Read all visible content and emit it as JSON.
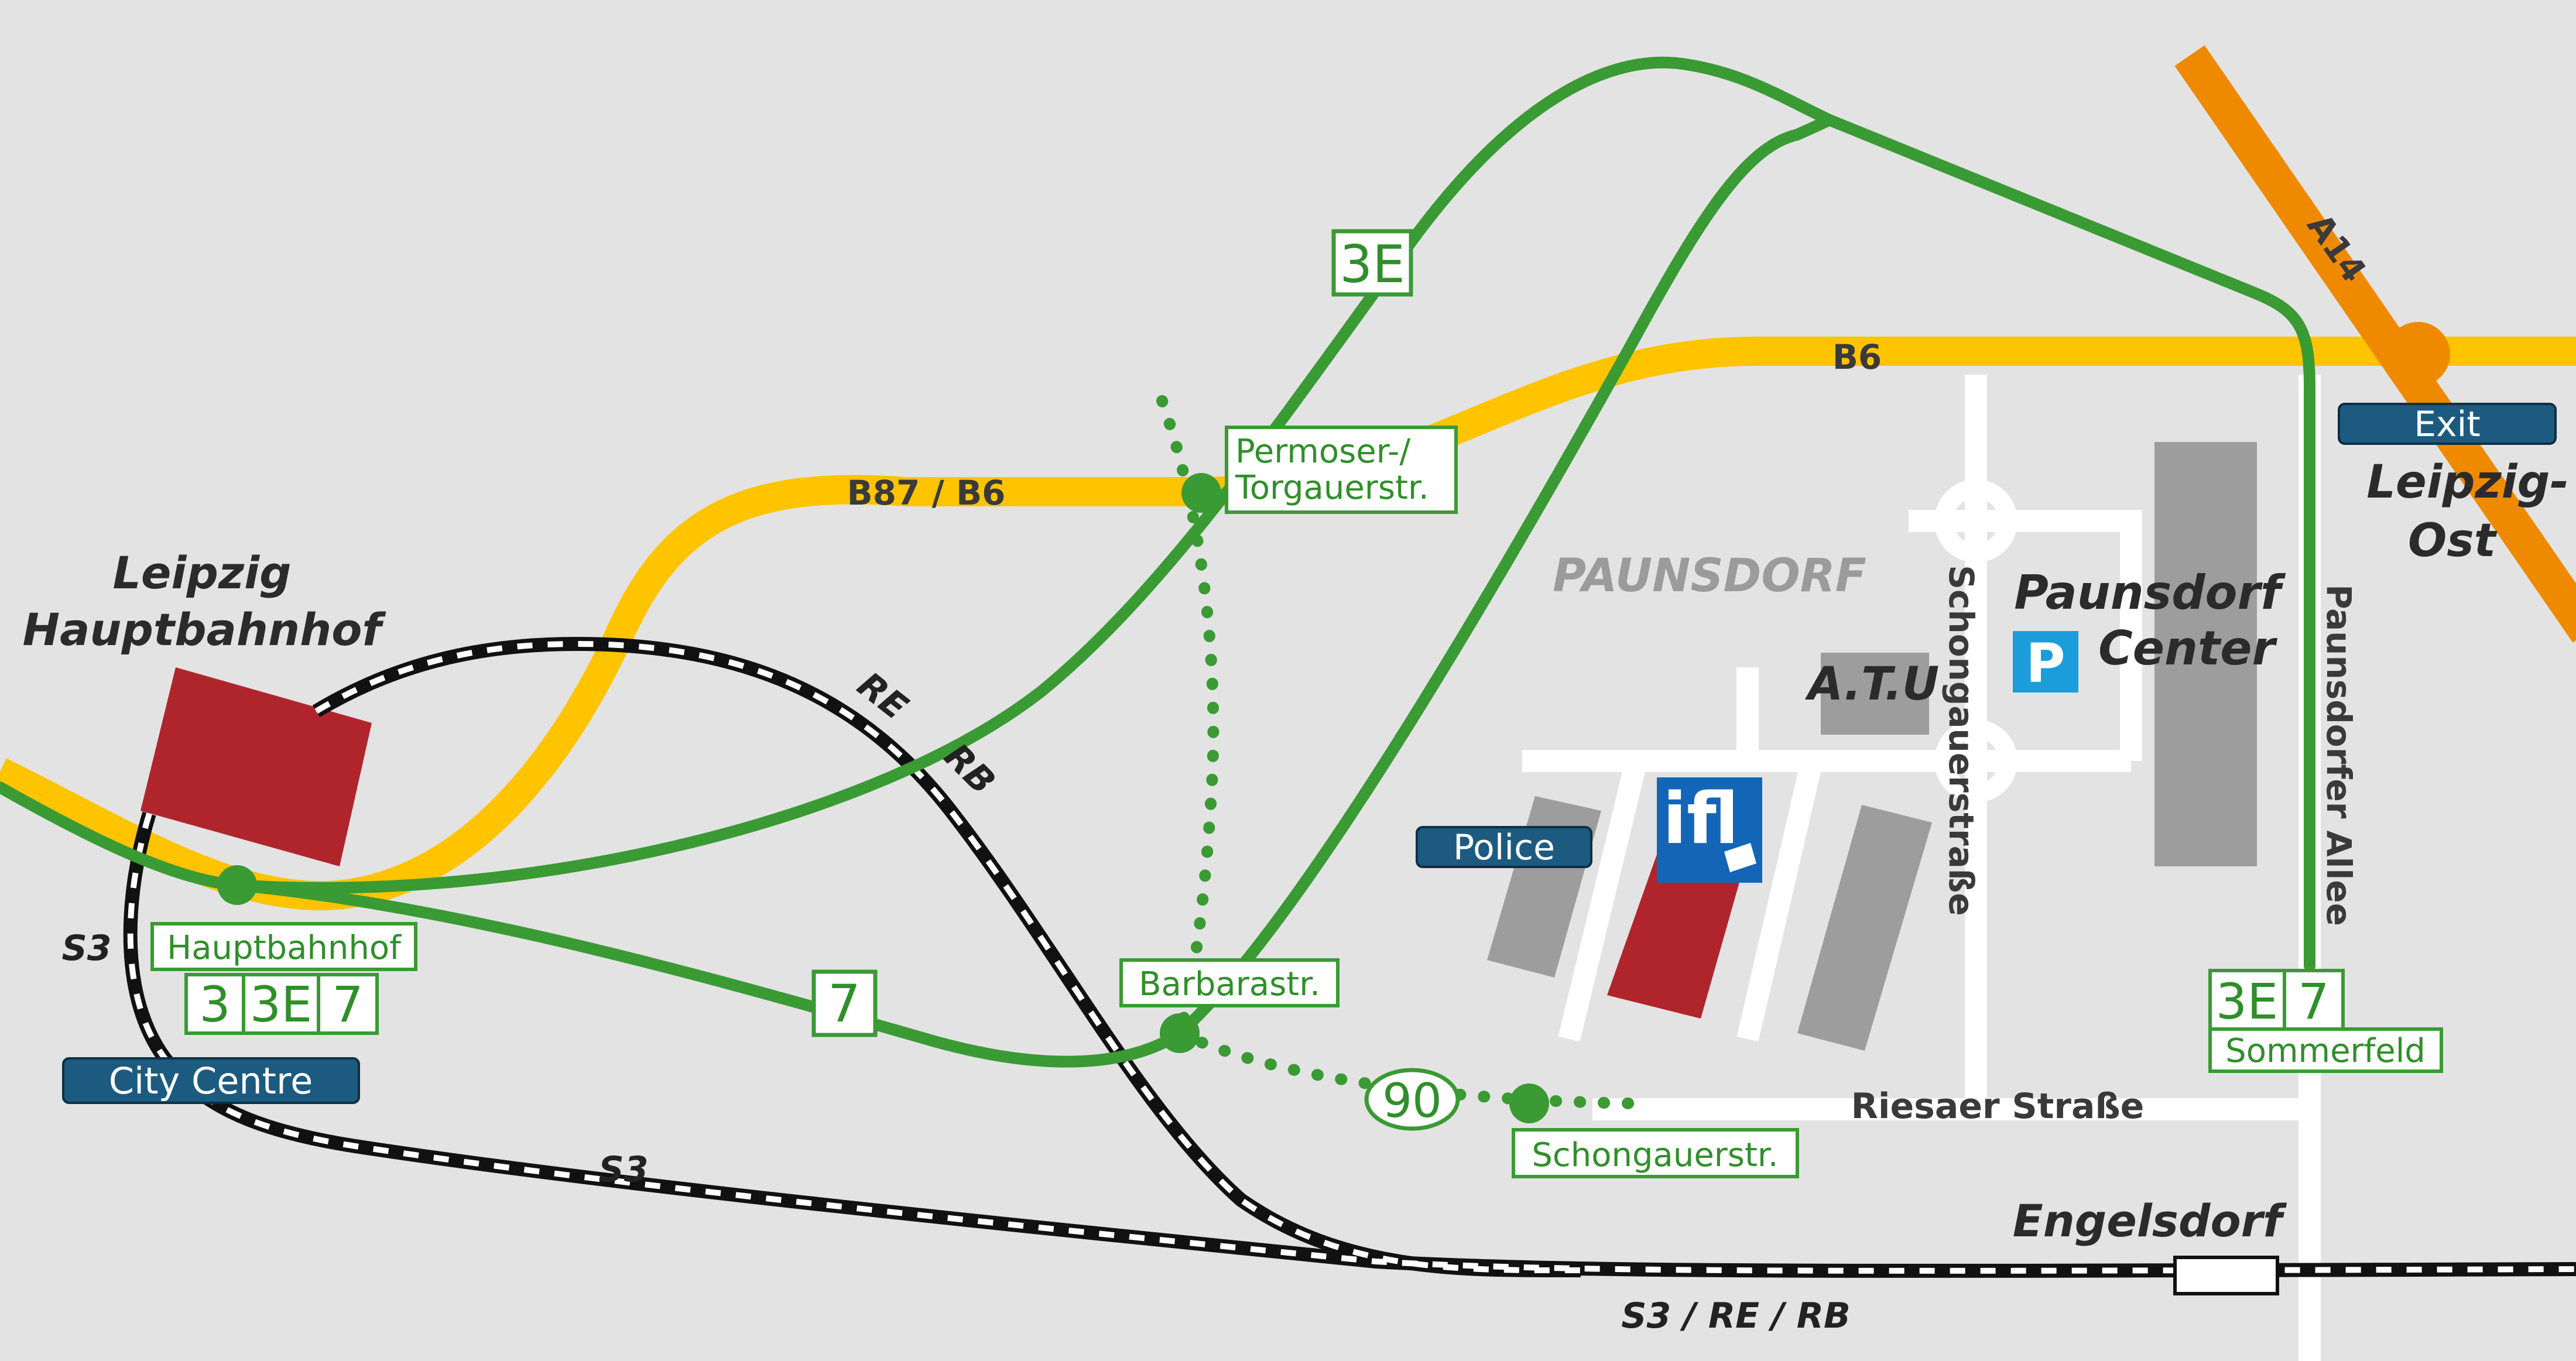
{
  "map": {
    "colors": {
      "background": "#e3e3e3",
      "tram": "#3a9a34",
      "main_road": "#ffc400",
      "motorway": "#ef8a00",
      "station_building": "#b0252c",
      "buildings": "#9d9d9d",
      "streets": "#ffffff",
      "info_badge": "#1c5a80",
      "parking": "#1b9ddb",
      "ifl_logo": "#1366b7"
    },
    "stations": {
      "hbf_title_1": "Leipzig",
      "hbf_title_2": "Hauptbahnhof",
      "engelsdorf": "Engelsdorf",
      "leipzig_ost_1": "Leipzig-",
      "leipzig_ost_2": "Ost"
    },
    "districts": {
      "paunsdorf": "PAUNSDORF",
      "center_1": "Paunsdorf",
      "center_2": "Center",
      "atu": "A.T.U"
    },
    "roads": {
      "a14": "A14",
      "b6": "B6",
      "b87_b6": "B87 / B6"
    },
    "streets": {
      "schongauerstrasse": "Schongauerstraße",
      "paunsdorfer_allee": "Paunsdorfer Allee",
      "riesaer_strasse": "Riesaer Straße"
    },
    "rail_lines": {
      "s3_left": "S3",
      "s3_bottom": "S3",
      "re": "RE",
      "rb": "RB",
      "s3_re_rb": "S3 / RE / RB"
    },
    "tram_stops": {
      "hauptbahnhof": "Hauptbahnhof",
      "hauptbahnhof_lines": [
        "3",
        "3E",
        "7"
      ],
      "permoser_1": "Permoser-/",
      "permoser_2": "Torgauerstr.",
      "barbarastr": "Barbarastr.",
      "schongauerstr": "Schongauerstr.",
      "sommerfeld": "Sommerfeld",
      "sommerfeld_lines": [
        "3E",
        "7"
      ]
    },
    "line_badges": {
      "line_3e": "3E",
      "line_7": "7",
      "bus_90": "90"
    },
    "badges": {
      "exit": "Exit",
      "police": "Police",
      "city_centre": "City Centre"
    },
    "icons": {
      "parking": "P",
      "ifl": "ifl"
    }
  }
}
